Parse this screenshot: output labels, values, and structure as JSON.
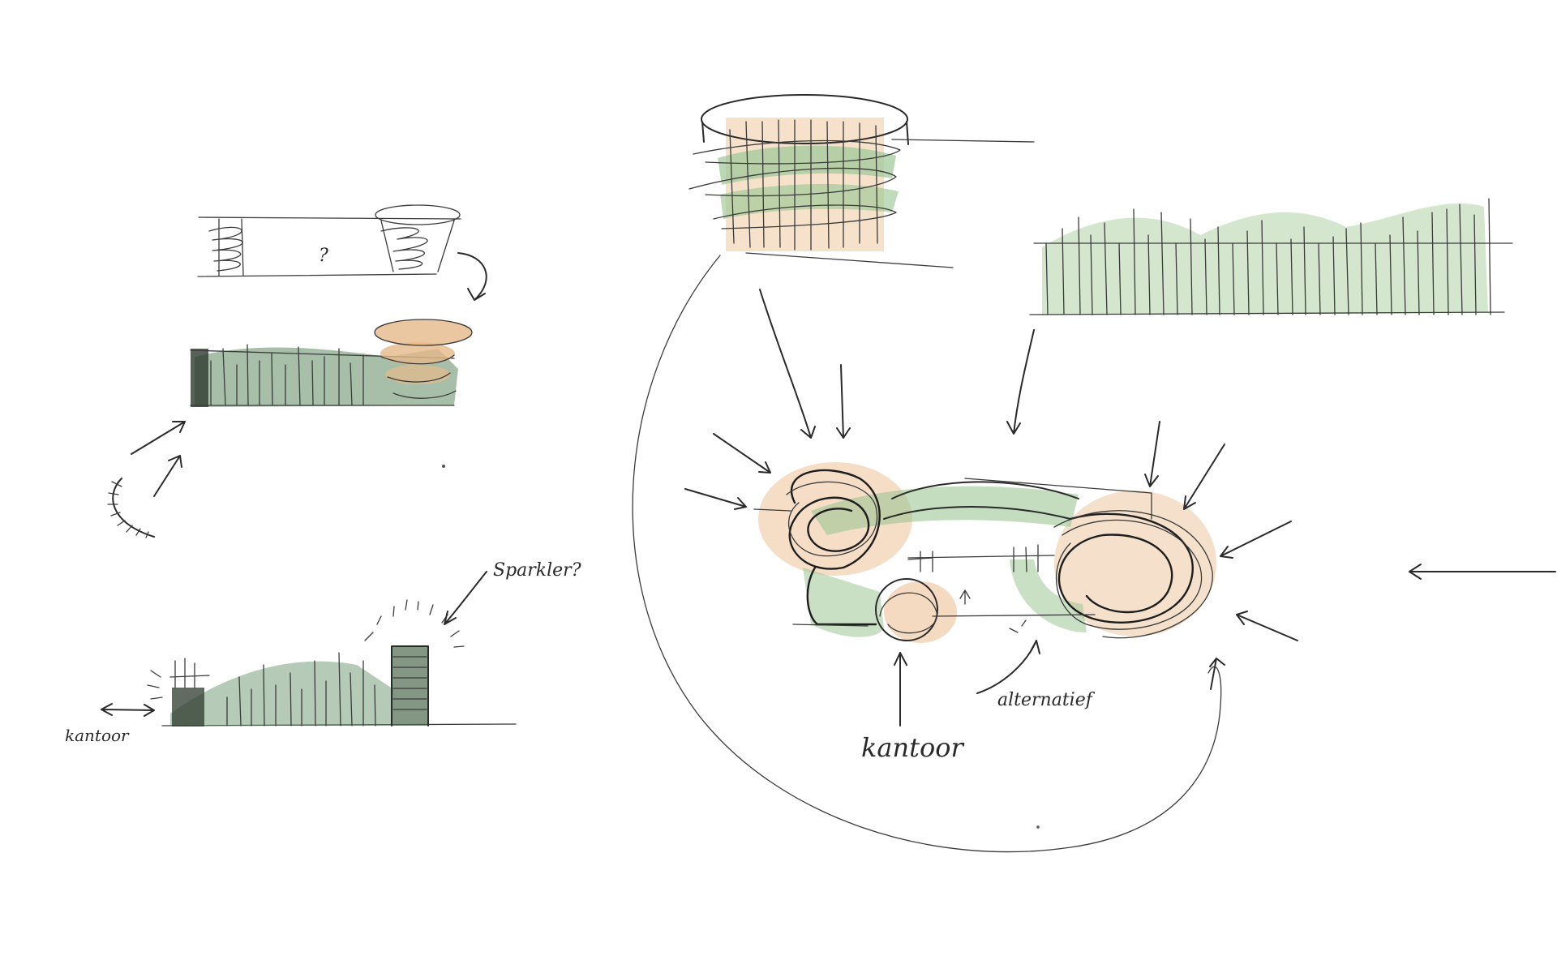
{
  "sketch": {
    "colors": {
      "ink": "#2a2a2a",
      "green_marker": "#8fbf88",
      "dark_green_marker": "#4f7a52",
      "orange_marker": "#e6b98a",
      "paper": "#ffffff"
    }
  },
  "labels": {
    "question_mark": "?",
    "sparkler_label": "Sparkler?",
    "kantoor_left": "kantoor",
    "kantoor_plan": "kantoor",
    "alternatief": "alternatief"
  }
}
